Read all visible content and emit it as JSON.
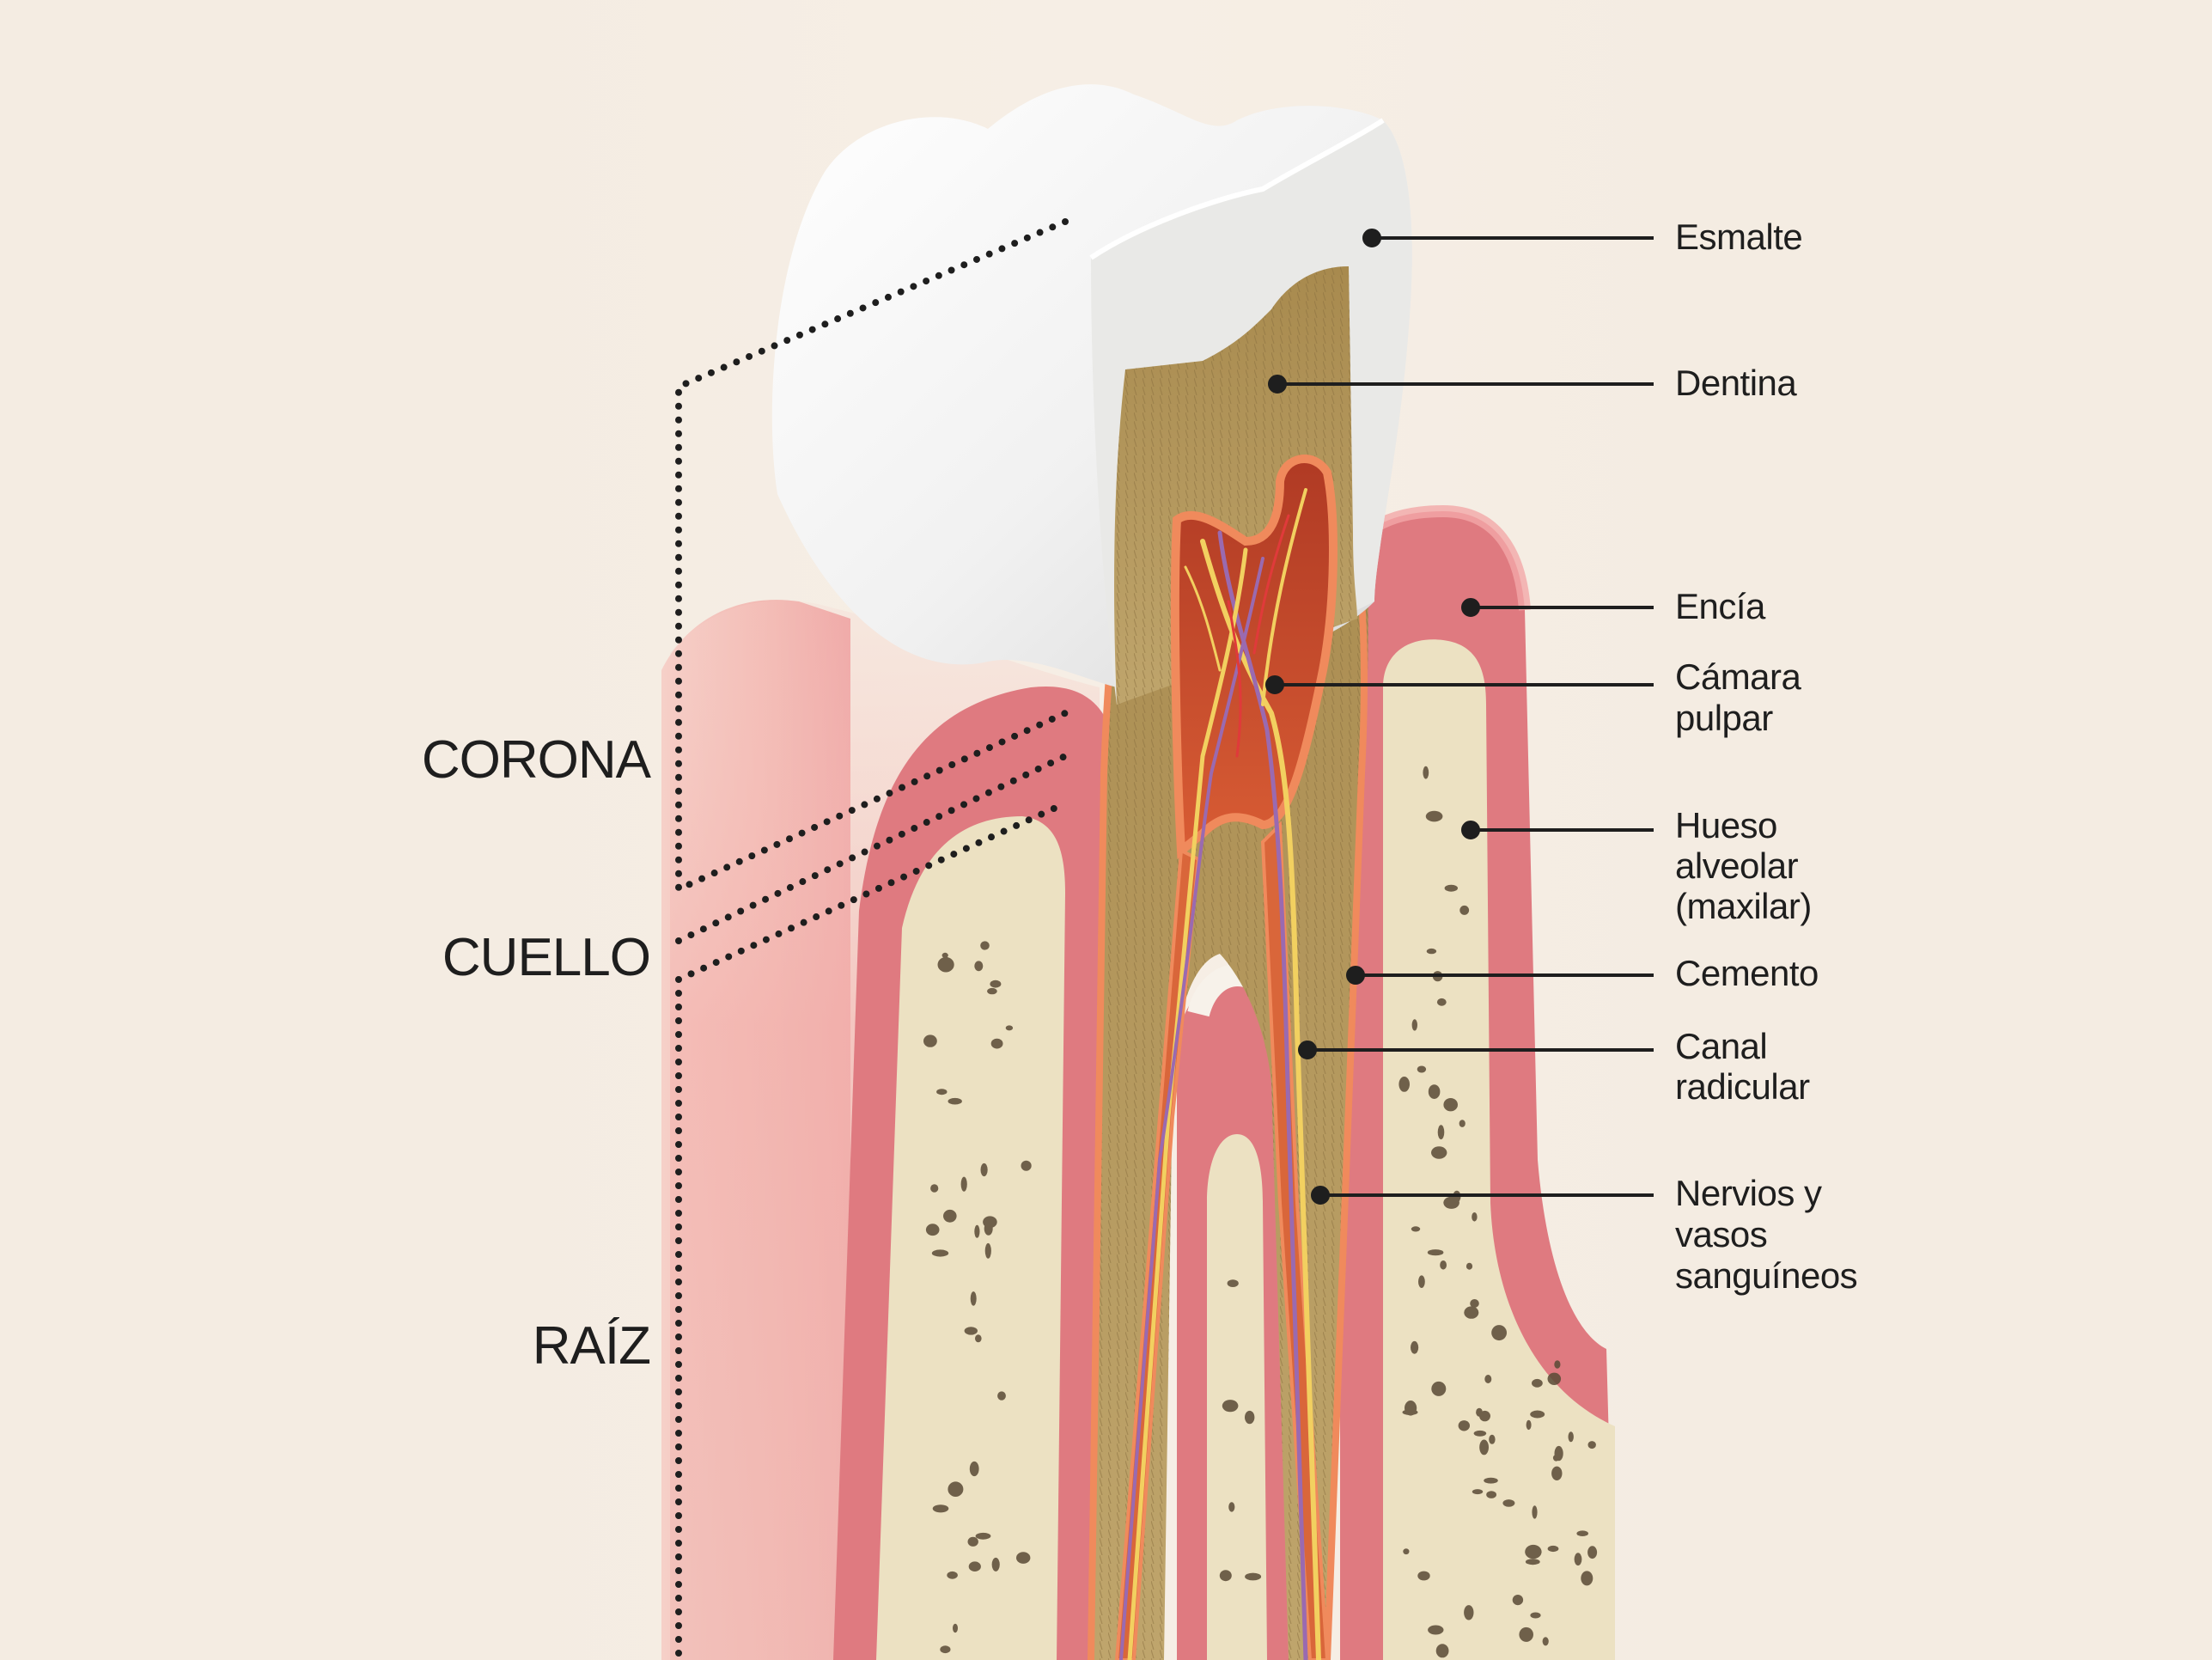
{
  "regions": {
    "corona": "CORONA",
    "cuello": "CUELLO",
    "raiz": "RAÍZ"
  },
  "labels": {
    "esmalte": [
      "Esmalte"
    ],
    "dentina": [
      "Dentina"
    ],
    "encia": [
      "Encía"
    ],
    "camara_pulpar": [
      "Cámara",
      "pulpar"
    ],
    "hueso_alveolar": [
      "Hueso",
      "alveolar",
      "(maxilar)"
    ],
    "cemento": [
      "Cemento"
    ],
    "canal_radicular": [
      "Canal",
      "radicular"
    ],
    "nervios_vasos": [
      "Nervios y",
      "vasos",
      "sanguíneos"
    ]
  },
  "colors": {
    "background": "#f4ece2",
    "enamel": "#f2f2f2",
    "dentin": "#b89a5c",
    "gum": "#e07a80",
    "gum_light": "#f2b4b2",
    "bone": "#ece2c4",
    "pulp": "#c8502c",
    "nerve": "#f2d060",
    "vessel": "#9a6ab0",
    "cementum": "#f08a5c",
    "leader": "#1e1e1e"
  }
}
